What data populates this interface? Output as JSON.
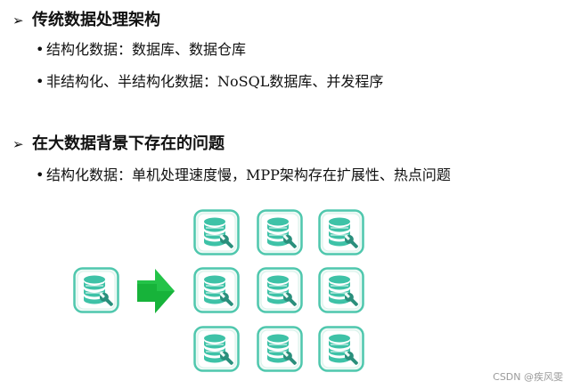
{
  "sections": [
    {
      "heading": "传统数据处理架构",
      "bullets": [
        "结构化数据：数据库、数据仓库",
        "非结构化、半结构化数据：NoSQL数据库、并发程序"
      ]
    },
    {
      "heading": "在大数据背景下存在的问题",
      "bullets": [
        "结构化数据：单机处理速度慢，MPP架构存在扩展性、热点问题"
      ]
    }
  ],
  "icons": {
    "heading_marker": "➢",
    "bullet_marker": "•",
    "tile": "database-wrench-icon",
    "arrow": "green-right-arrow-icon"
  },
  "colors": {
    "tile_fill": "#3ec2a7",
    "tile_border": "#4fc7ad",
    "arrow_green": "#17b33a"
  },
  "diagram": {
    "source_nodes": 1,
    "target_grid": {
      "rows": 3,
      "cols": 3
    }
  },
  "watermark": "CSDN @疾风雯"
}
